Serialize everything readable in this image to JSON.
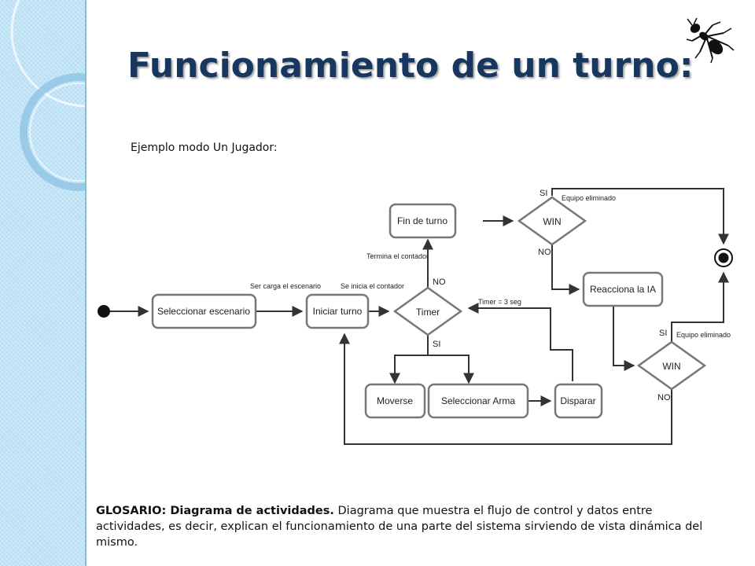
{
  "slide": {
    "title": "Funcionamiento de un turno:",
    "subtitle": "Ejemplo modo Un Jugador:",
    "glossary_term": "GLOSARIO: Diagrama de actividades.",
    "glossary_text": " Diagrama que muestra el flujo de control y datos entre actividades, es decir, explican el funcionamiento de una parte del sistema sirviendo de vista dinámica del mismo."
  },
  "diagram": {
    "nodes": {
      "seleccionar_escenario": "Seleccionar escenario",
      "iniciar_turno": "Iniciar turno",
      "timer": "Timer",
      "fin_de_turno": "Fin de turno",
      "win_top": "WIN",
      "reacciona_ia": "Reacciona la IA",
      "win_bottom": "WIN",
      "moverse": "Moverse",
      "seleccionar_arma": "Seleccionar Arma",
      "disparar": "Disparar"
    },
    "labels": {
      "ser_carga": "Ser carga el escenario",
      "se_inicia": "Se inicia el contador",
      "termina_contador": "Termina el contador",
      "timer_eq": "Timer = 3 seg",
      "equipo_eliminado_top": "Equipo eliminado",
      "equipo_eliminado_bottom": "Equipo eliminado"
    },
    "guards": {
      "no_timer": "NO",
      "si_timer": "SI",
      "si_win_top": "SI",
      "no_win_top": "NO",
      "si_win_bottom": "SI",
      "no_win_bottom": "NO"
    }
  },
  "icons": {
    "ant": "ant-icon",
    "decorative_circles": "circle-decoration"
  },
  "colors": {
    "title": "#17375e",
    "sidebar": "#b9dff4"
  }
}
